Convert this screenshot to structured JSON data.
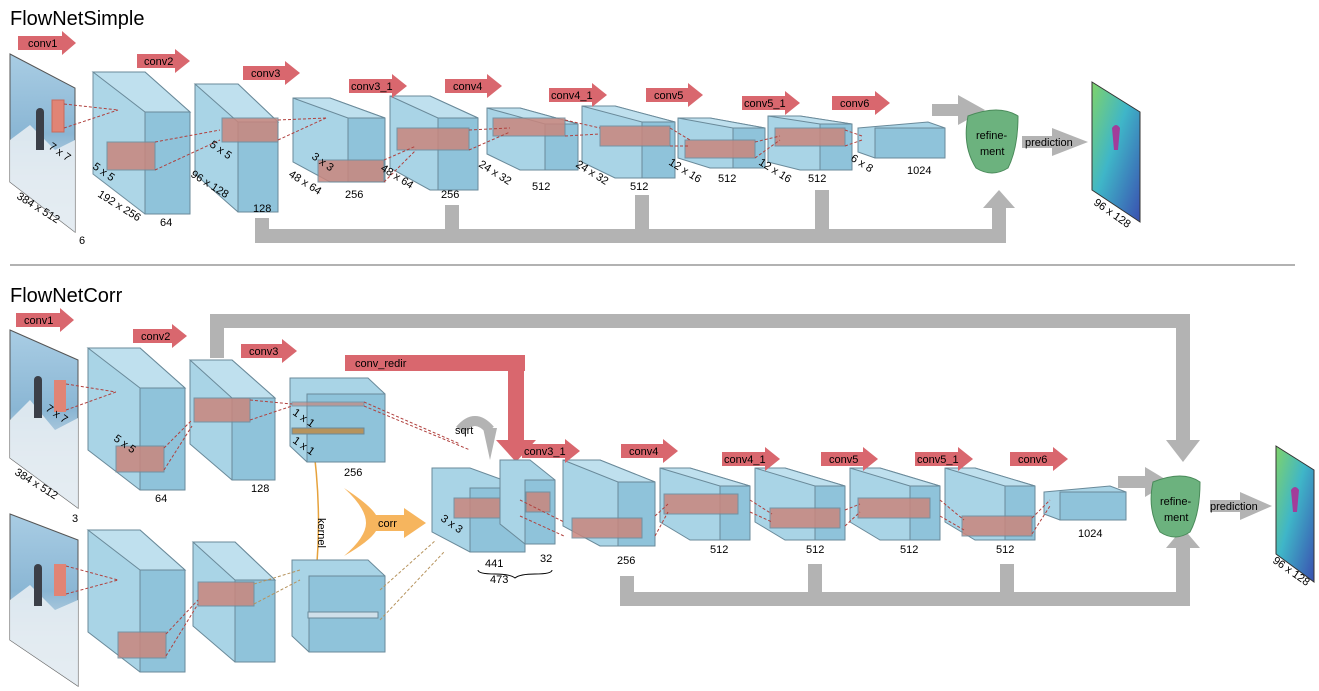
{
  "simple": {
    "title": "FlowNetSimple",
    "layers": [
      "conv1",
      "conv2",
      "conv3",
      "conv3_1",
      "conv4",
      "conv4_1",
      "conv5",
      "conv5_1",
      "conv6"
    ],
    "input": {
      "size": "384 x 512",
      "channels": "6"
    },
    "volumes": [
      {
        "size": "192 x 256",
        "channels": "64",
        "kernel": "5 x 5"
      },
      {
        "size": "96 x 128",
        "channels": "128",
        "kernel": "5 x 5"
      },
      {
        "size": "48 x 64",
        "channels": "256",
        "kernel": "3 x 3"
      },
      {
        "size": "48 x 64",
        "channels": "256"
      },
      {
        "size": "24 x 32",
        "channels": "512"
      },
      {
        "size": "24 x 32",
        "channels": "512"
      },
      {
        "size": "12 x 16",
        "channels": "512"
      },
      {
        "size": "12 x 16",
        "channels": "512"
      },
      {
        "size": "6 x 8",
        "channels": "1024"
      }
    ],
    "input_kernel": "7 x 7",
    "refinement": "refine-\nment",
    "prediction": "prediction",
    "output_size": "96 x 128"
  },
  "corr": {
    "title": "FlowNetCorr",
    "layers": [
      "conv1",
      "conv2",
      "conv3",
      "conv3_1",
      "conv4",
      "conv4_1",
      "conv5",
      "conv5_1",
      "conv6"
    ],
    "conv_redir": "conv_redir",
    "input": {
      "size": "384 x 512",
      "channels": "3"
    },
    "input_kernel": "7 x 7",
    "kernels": [
      "5 x 5",
      "1 x 1",
      "1 x 1",
      "3 x 3"
    ],
    "channels": [
      "64",
      "128",
      "256",
      "256",
      "512",
      "512",
      "512",
      "512",
      "1024"
    ],
    "sqrt": "sqrt",
    "corr": "corr",
    "kernel_label": "kernel",
    "concat": {
      "a": "441",
      "b": "32",
      "total": "473"
    },
    "refinement": "refine-\nment",
    "prediction": "prediction",
    "output_size": "96 x 128"
  },
  "colors": {
    "arrow_red": "#d9676e",
    "block_fill": "#9fcfe3",
    "gray_path": "#b3b3b3",
    "refine_green": "#6cb27e",
    "corr_orange": "#f6b55e",
    "kernel_orange": "#e6a23c"
  }
}
